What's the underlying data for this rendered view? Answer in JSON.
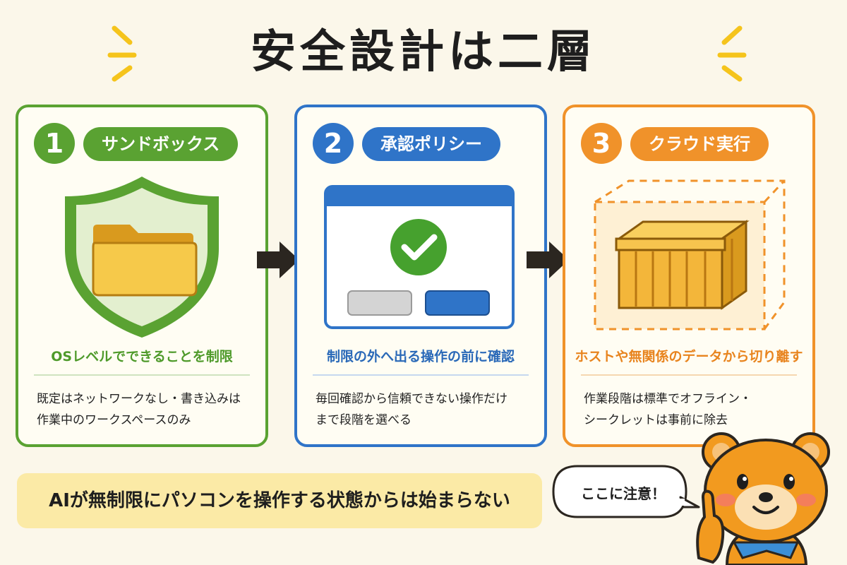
{
  "title": "安全設計は二層",
  "steps": [
    {
      "number": "1",
      "label": "サンドボックス",
      "heading": "OSレベルでできることを制限",
      "desc_line1": "既定はネットワークなし・書き込みは",
      "desc_line2": "作業中のワークスペースのみ",
      "color": "#5aa232",
      "icon": "shield-folder-icon"
    },
    {
      "number": "2",
      "label": "承認ポリシー",
      "heading": "制限の外へ出る操作の前に確認",
      "desc_line1": "毎回確認から信頼できない操作だけ",
      "desc_line2": "まで段階を選べる",
      "color": "#2f74c8",
      "icon": "approval-dialog-icon"
    },
    {
      "number": "3",
      "label": "クラウド実行",
      "heading": "ホストや無関係のデータから切り離す",
      "desc_line1": "作業段階は標準でオフライン・",
      "desc_line2": "シークレットは事前に除去",
      "color": "#f0922a",
      "icon": "isolated-box-icon"
    }
  ],
  "banner": "AIが無制限にパソコンを操作する状態からは始まらない",
  "callout": "ここに注意！",
  "mascot_icon": "bear-mascot-icon"
}
